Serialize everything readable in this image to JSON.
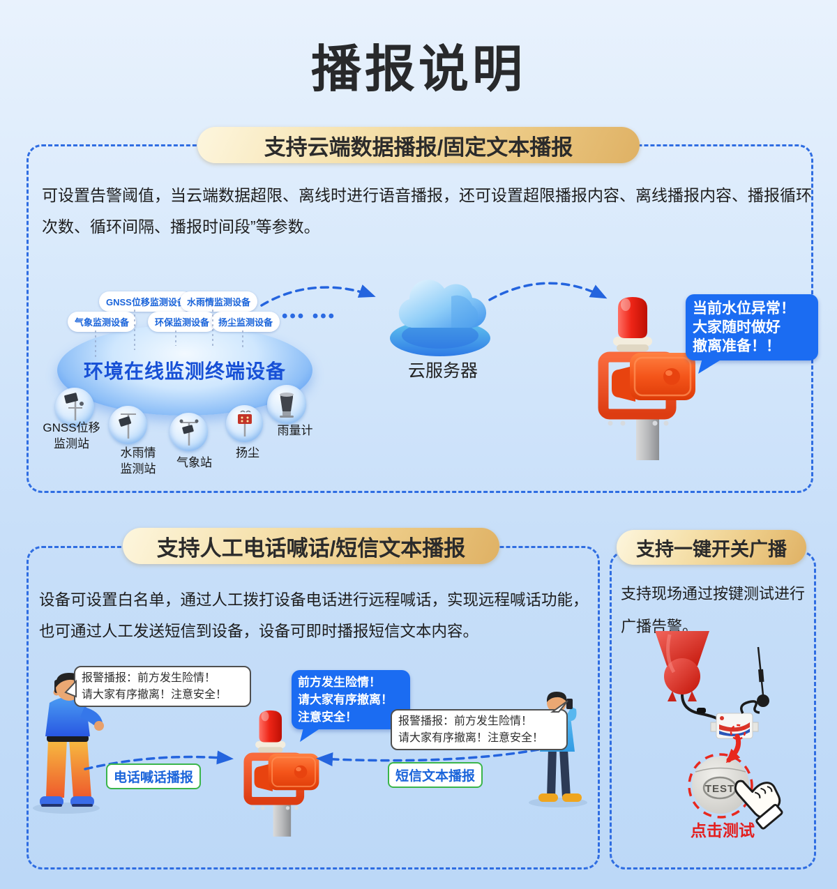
{
  "page": {
    "title": "播报说明"
  },
  "colors": {
    "accent_blue": "#1b6cf2",
    "dashed_border_blue": "#2f6de2",
    "gold_header": "#eac57f",
    "alert_red": "#e8281e",
    "green_tag_border": "#3ab54a"
  },
  "section1": {
    "header": "支持云端数据播报/固定文本播报",
    "body": "可设置告警阈值，当云端数据超限、离线时进行语音播报，还可设置超限播报内容、离线播报内容、播报循环次数、循环间隔、播报时间段”等参数。",
    "device_pills": [
      "GNSS位移监测设备",
      "水雨情监测设备",
      "气象监测设备",
      "环保监测设备",
      "扬尘监测设备"
    ],
    "more_dots": "••• •••",
    "ellipse_label": "环境在线监测终端设备",
    "stations": [
      {
        "l1": "GNSS位移",
        "l2": "监测站"
      },
      {
        "l1": "水雨情",
        "l2": "监测站"
      },
      {
        "l1": "气象站",
        "l2": ""
      },
      {
        "l1": "扬尘",
        "l2": ""
      },
      {
        "l1": "雨量计",
        "l2": ""
      }
    ],
    "cloud_label": "云服务器",
    "alert_bubble": {
      "line1": "当前水位异常！",
      "line2": "大家随时做好",
      "line3": "撤离准备！！"
    }
  },
  "section2": {
    "header": "支持人工电话喊话/短信文本播报",
    "body": "设备可设置白名单，通过人工拨打设备电话进行远程喊话，实现远程喊话功能，也可通过人工发送短信到设备，设备可即时播报短信文本内容。",
    "caller_bubble": {
      "line1": "报警播报：前方发生险情！",
      "line2": "请大家有序撤离！注意安全！"
    },
    "device_bubble": {
      "line1": "前方发生险情！",
      "line2": "请大家有序撤离！",
      "line3": "注意安全！"
    },
    "sms_bubble": {
      "line1": "报警播报：前方发生险情！",
      "line2": "请大家有序撤离！注意安全！"
    },
    "phone_label": "电话喊话播报",
    "sms_label": "短信文本播报"
  },
  "section3": {
    "header": "支持一键开关广播",
    "body": "支持现场通过按键测试进行广播告警。",
    "test_button": "TEST",
    "click_label": "点击测试"
  }
}
